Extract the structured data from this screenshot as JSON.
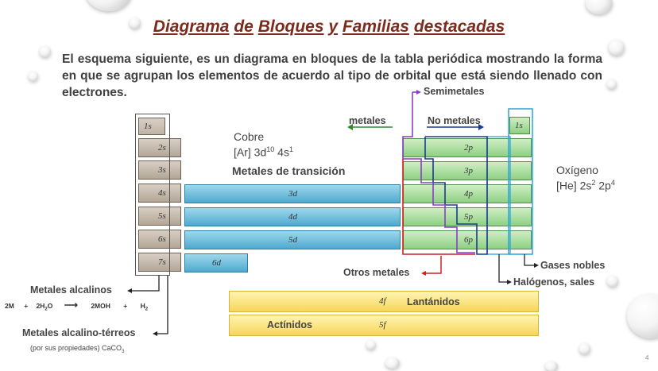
{
  "title": {
    "words": [
      "Diagrama",
      "de",
      "Bloques",
      "y",
      "Familias",
      "destacadas"
    ]
  },
  "intro": "El esquema siguiente, es un diagrama en bloques de la tabla periódica mostrando la forma en que se agrupan los elementos de acuerdo al tipo de orbital que está siendo llenado con electrones.",
  "s_block": [
    "1s",
    "2s",
    "3s",
    "4s",
    "5s",
    "6s",
    "7s"
  ],
  "d_block": [
    "3d",
    "4d",
    "5d",
    "6d"
  ],
  "p_block": [
    "1s",
    "2p",
    "3p",
    "4p",
    "5p",
    "6p"
  ],
  "f_block": [
    "4f",
    "5f"
  ],
  "labels": {
    "semimetales": "Semimetales",
    "metales": "metales",
    "no_metales": "No metales",
    "cobre": "Cobre",
    "cobre_config_base": "[Ar] 3d",
    "cobre_config_exp1": "10",
    "cobre_config_mid": " 4s",
    "cobre_config_exp2": "1",
    "metales_transicion": "Metales de transición",
    "oxigeno": "Oxígeno",
    "oxigeno_config_base": "[He] 2s",
    "oxigeno_config_exp1": "2",
    "oxigeno_config_mid": " 2p",
    "oxigeno_config_exp2": "4",
    "gases_nobles": "Gases nobles",
    "otros_metales": "Otros metales",
    "halogenos": "Halógenos, sales",
    "metales_alcalinos": "Metales alcalinos",
    "lantanidos": "Lantánidos",
    "actinidos": "Actínidos",
    "alcalino_terreos": "Metales alcalino-térreos",
    "propiedades": "(por sus propiedades) CaCO",
    "propiedades_sub": "3"
  },
  "reaction": {
    "t1": "2M",
    "t2": "+",
    "t3": "2H",
    "t3_sub": "2",
    "t3_end": "O",
    "arrow": "⟶",
    "t4": "2MOH",
    "t5": "+",
    "t6": "H",
    "t6_sub": "2"
  },
  "page_number": "4",
  "colors": {
    "title": "#7b2c1c",
    "green_arrow": "#2e8b2e",
    "red": "#cc2222",
    "blue_frame": "#1a3d8f",
    "purple": "#8a3cc8",
    "cyan": "#29a6d6"
  }
}
